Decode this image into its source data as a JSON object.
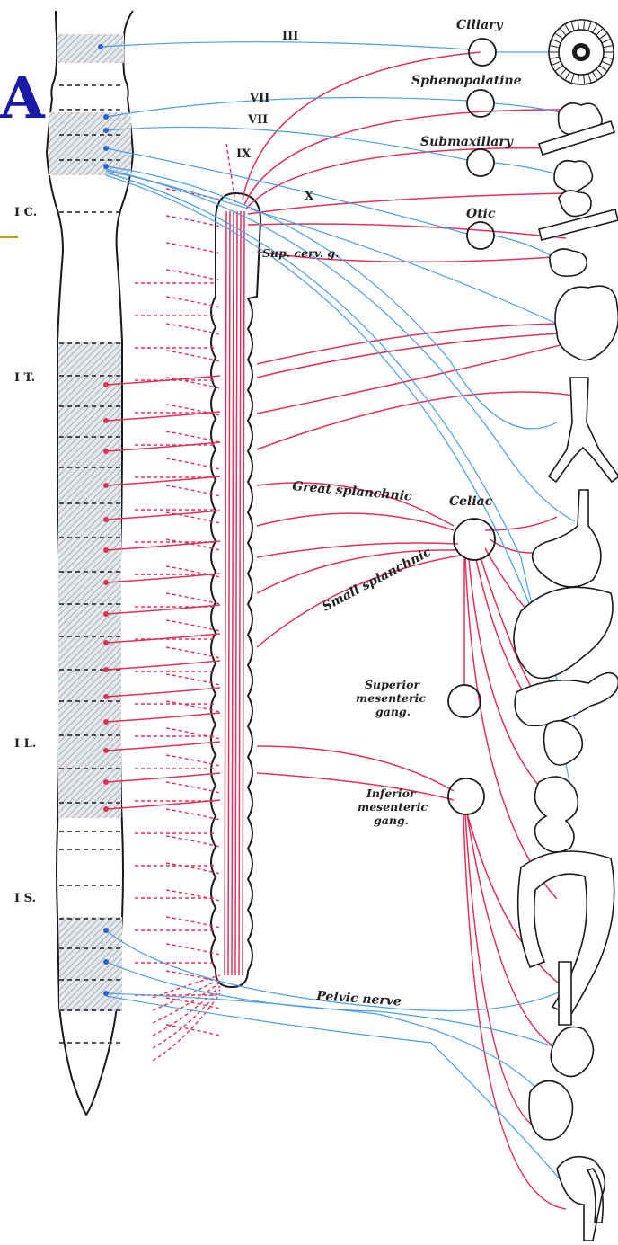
{
  "corner_letter": "A",
  "colors": {
    "sympathetic": "#e0305a",
    "parasympathetic": "#4a9ee6",
    "outline": "#1a1a1a",
    "hatch": "#9aa0aa",
    "corner_letter": "#1a1aa6"
  },
  "cord_segments": {
    "cervical": "I C.",
    "thoracic": "I T.",
    "lumbar": "I L.",
    "sacral": "I S."
  },
  "cranial_nerves": {
    "oculomotor": "III",
    "facial_1": "VII",
    "facial_2": "VII",
    "glossopharyngeal": "IX",
    "vagus": "X"
  },
  "ganglia": {
    "ciliary": "Ciliary",
    "sphenopalatine": "Sphenopalatine",
    "submaxillary": "Submaxillary",
    "otic": "Otic",
    "sup_cerv": "Sup. cerv. g.",
    "celiac": "Celiac",
    "superior_mesenteric": [
      "Superior",
      "mesenteric",
      "gang."
    ],
    "inferior_mesenteric": [
      "Inferior",
      "mesenteric",
      "gang."
    ]
  },
  "nerves": {
    "great_splanchnic": "Great splanchnic",
    "small_splanchnic": "Small splanchnic",
    "pelvic": "Pelvic nerve"
  }
}
